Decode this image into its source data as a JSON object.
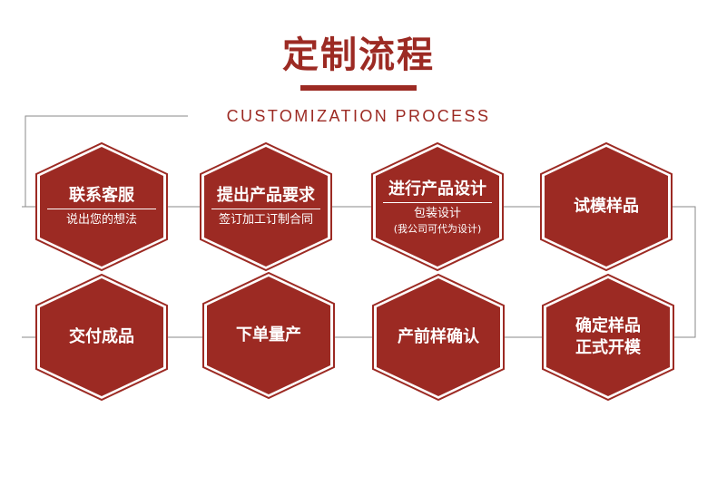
{
  "header": {
    "title": "定制流程",
    "subtitle": "CUSTOMIZATION PROCESS"
  },
  "colors": {
    "accent": "#9c2a23",
    "hex_fill": "#9c2a23",
    "connector": "#8a8a8a"
  },
  "steps": [
    {
      "title": "联系客服",
      "subtitle": "说出您的想法"
    },
    {
      "title": "提出产品要求",
      "subtitle": "签订加工订制合同"
    },
    {
      "title": "进行产品设计",
      "subtitle": "包装设计",
      "note": "(我公司可代为设计)"
    },
    {
      "title": "试模样品"
    },
    {
      "title": "确定样品",
      "title_line2": "正式开模"
    },
    {
      "title": "产前样确认"
    },
    {
      "title": "下单量产"
    },
    {
      "title": "交付成品"
    }
  ]
}
